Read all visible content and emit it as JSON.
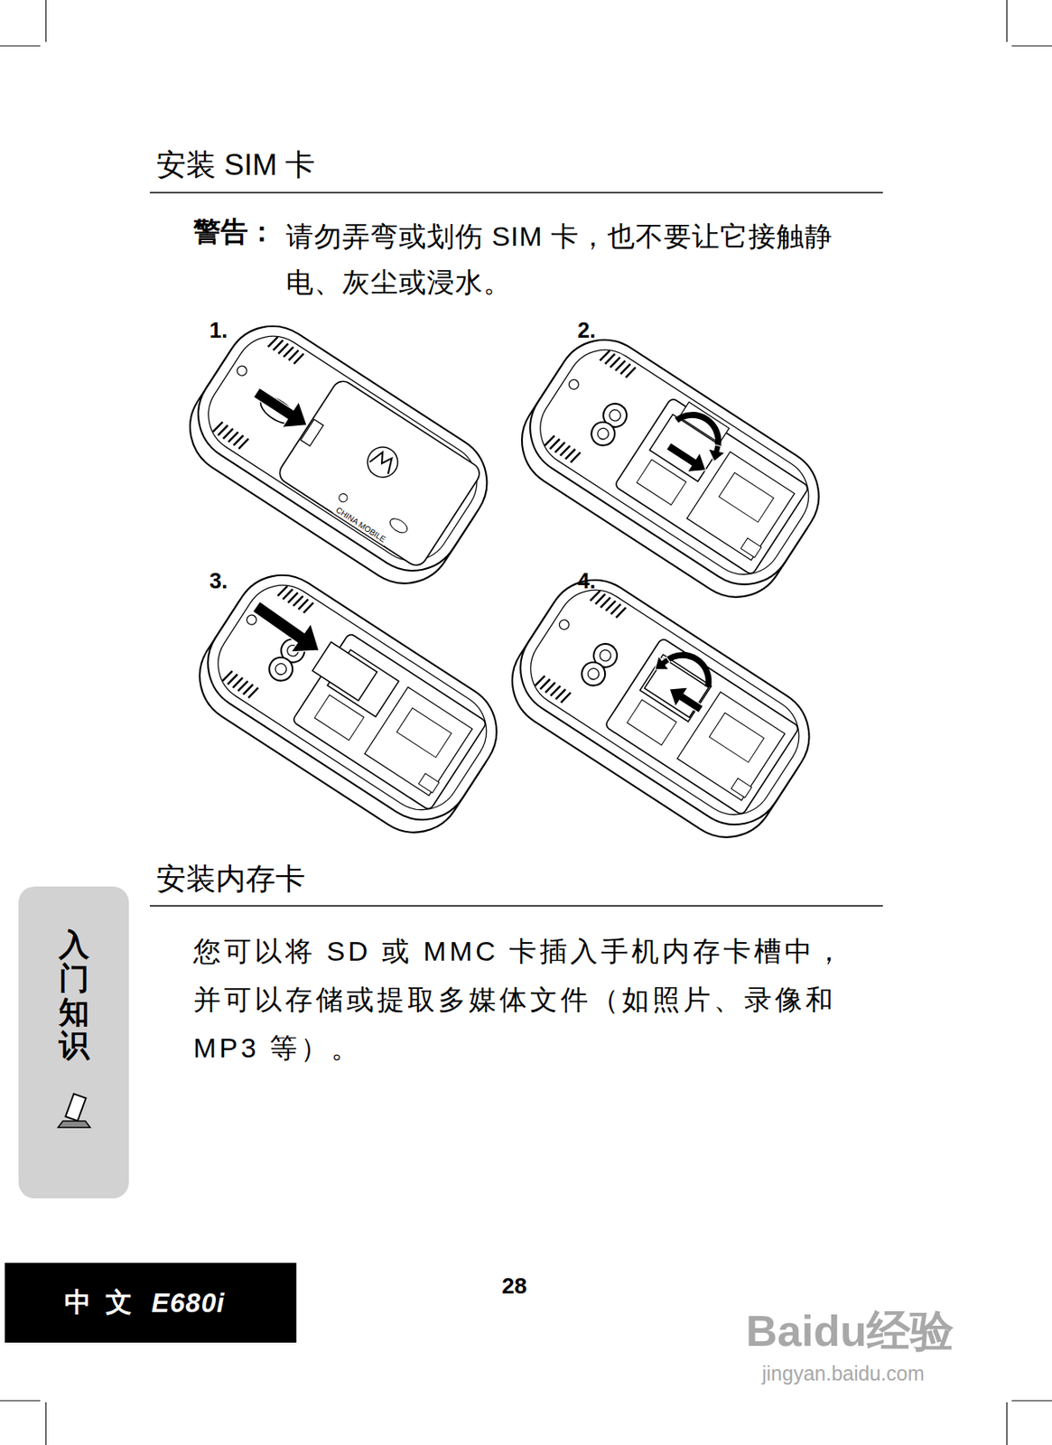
{
  "diagram": {
    "title": "安装 SIM 卡",
    "nodes": [
      {
        "text": [
          "入门知识"
        ]
      },
      {
        "text": [
          "中文",
          "E680i"
        ]
      }
    ],
    "labels": [
      "警告：",
      "请勿弄弯或划伤 SIM 卡，也不要让它接触静 电、灰尘或浸水。",
      "1.",
      "2.",
      "3.",
      "4.",
      "CHINA MOBILE",
      "安装内存卡",
      "您可以将 SD 或 MMC 卡插入手机内存卡槽中， 并可以存储或提取多媒体文件（如照片、录像和 MP3 等）。",
      "28",
      "Baidu经验",
      "jingyan.baidu.com"
    ]
  }
}
